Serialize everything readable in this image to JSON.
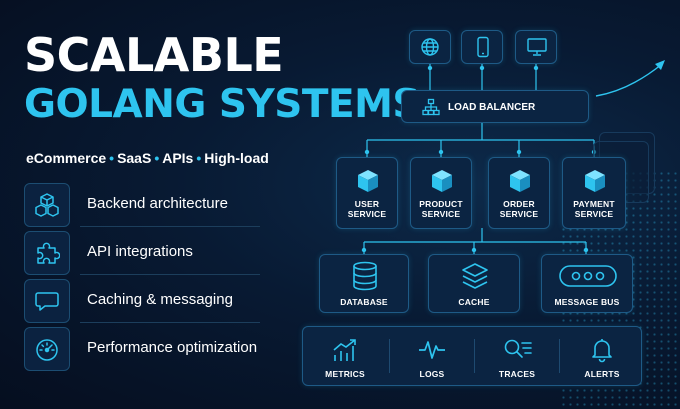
{
  "title_line1": "SCALABLE",
  "title_line2": "GOLANG SYSTEMS",
  "tags": [
    "eCommerce",
    "SaaS",
    "APIs",
    "High-load"
  ],
  "features": [
    {
      "label": "Backend architecture",
      "icon": "cubes-icon"
    },
    {
      "label": "API integrations",
      "icon": "puzzle-icon"
    },
    {
      "label": "Caching & messaging",
      "icon": "chat-bubble-icon"
    },
    {
      "label": "Performance optimization",
      "icon": "speedometer-icon"
    }
  ],
  "clients": [
    {
      "icon": "globe-icon"
    },
    {
      "icon": "mobile-icon"
    },
    {
      "icon": "desktop-icon"
    }
  ],
  "load_balancer": {
    "label": "LOAD BALANCER",
    "icon": "network-hierarchy-icon"
  },
  "services": [
    {
      "line1": "USER",
      "line2": "SERVICE",
      "icon": "cube-icon"
    },
    {
      "line1": "PRODUCT",
      "line2": "SERVICE",
      "icon": "cube-icon"
    },
    {
      "line1": "ORDER",
      "line2": "SERVICE",
      "icon": "cube-icon"
    },
    {
      "line1": "PAYMENT",
      "line2": "SERVICE",
      "icon": "cube-icon"
    }
  ],
  "data_layer": [
    {
      "label": "DATABASE",
      "icon": "database-icon"
    },
    {
      "label": "CACHE",
      "icon": "layers-icon"
    },
    {
      "label": "MESSAGE BUS",
      "icon": "message-bus-icon"
    }
  ],
  "observability": [
    {
      "label": "METRICS",
      "icon": "bar-chart-icon"
    },
    {
      "label": "LOGS",
      "icon": "pulse-icon"
    },
    {
      "label": "TRACES",
      "icon": "search-list-icon"
    },
    {
      "label": "ALERTS",
      "icon": "bell-icon"
    }
  ],
  "colors": {
    "background": "#081a33",
    "accent": "#2ec4ef",
    "border": "#1e5a86",
    "box": "#0b2442"
  }
}
